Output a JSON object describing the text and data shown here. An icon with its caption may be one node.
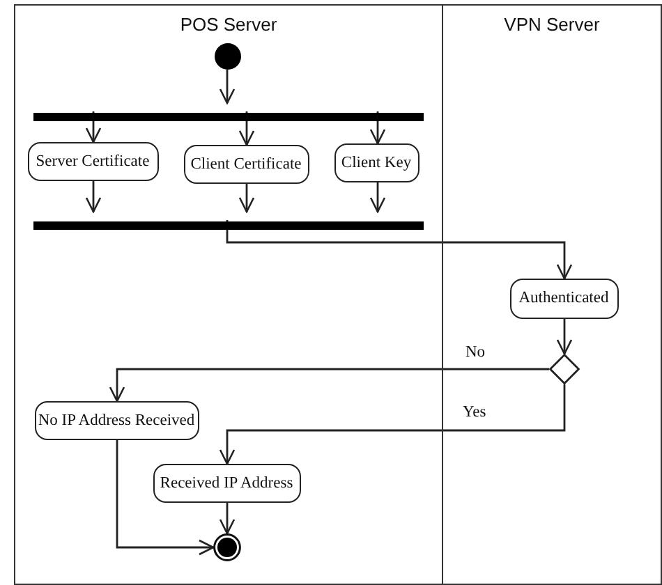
{
  "diagram": {
    "nodes": [
      {
        "text": [
          "POS Server"
        ]
      },
      {
        "text": [
          "VPN Server"
        ]
      },
      {
        "text": [],
        "shape": "circle",
        "in": 0
      },
      {
        "text": [],
        "shape": "bar",
        "in": 0
      },
      {
        "text": [
          "Server Certificate"
        ],
        "in": 0
      },
      {
        "text": [
          "Client Certificate"
        ],
        "in": 0
      },
      {
        "text": [
          "Client Key"
        ],
        "in": 0
      },
      {
        "text": [],
        "shape": "bar",
        "in": 0
      },
      {
        "text": [
          "Authenticated"
        ],
        "in": 1
      },
      {
        "text": [],
        "shape": "diamond",
        "in": 1
      },
      {
        "text": [
          "No IP Address Received"
        ],
        "in": 0
      },
      {
        "text": [
          "Received IP Address"
        ],
        "in": 0
      },
      {
        "text": [],
        "shape": "circle",
        "in": 0
      }
    ],
    "edges": [
      {
        "from": 2,
        "to": 3,
        "arrow": "to"
      },
      {
        "from": 3,
        "to": 4,
        "arrow": "to"
      },
      {
        "from": 3,
        "to": 5,
        "arrow": "to"
      },
      {
        "from": 3,
        "to": 6,
        "arrow": "to"
      },
      {
        "from": 4,
        "to": 7,
        "arrow": "to"
      },
      {
        "from": 5,
        "to": 7,
        "arrow": "to"
      },
      {
        "from": 6,
        "to": 7,
        "arrow": "to"
      },
      {
        "from": 7,
        "to": 8,
        "arrow": "to"
      },
      {
        "from": 8,
        "to": 9,
        "arrow": "to"
      },
      {
        "from": 9,
        "to": 10,
        "arrow": "to",
        "label": "No"
      },
      {
        "from": 9,
        "to": 11,
        "arrow": "to",
        "label": "Yes"
      },
      {
        "from": 10,
        "to": 12,
        "arrow": "to"
      },
      {
        "from": 11,
        "to": 12,
        "arrow": "to"
      }
    ]
  }
}
